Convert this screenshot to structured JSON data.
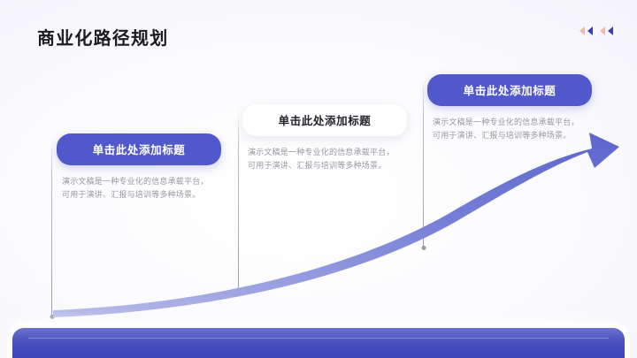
{
  "slide": {
    "title": "商业化路径规划",
    "accent_blue": "#5158CC",
    "bar_blue": "#3D46B6",
    "body_text_color": "#97979F",
    "background": "#F3F3FA"
  },
  "decor": {
    "marks": [
      {
        "name": "triangle-marker-pink",
        "color": "#F2B7AE"
      },
      {
        "name": "triangle-marker-blue",
        "color": "#3B3FA8"
      },
      {
        "name": "triangle-marker-pink-2",
        "color": "#F2B7AE"
      },
      {
        "name": "triangle-marker-blue-2",
        "color": "#3B3FA8"
      }
    ]
  },
  "arrow": {
    "name": "growth-arrow",
    "fill_start": "#9AA0E0",
    "fill_end": "#5C65CC"
  },
  "cards": [
    {
      "title": "单击此处添加标题",
      "body_line1": "演示文稿是一种专业化的信息承载平台，",
      "body_line2": "可用于演讲、汇报与培训等多种场景。",
      "style": "blue"
    },
    {
      "title": "单击此处添加标题",
      "body_line1": "演示文稿是一种专业化的信息承载平台，",
      "body_line2": "可用于演讲、汇报与培训等多种场景。",
      "style": "white"
    },
    {
      "title": "单击此处添加标题",
      "body_line1": "演示文稿是一种专业化的信息承载平台，",
      "body_line2": "可用于演讲、汇报与培训等多种场景。",
      "style": "blue"
    }
  ]
}
